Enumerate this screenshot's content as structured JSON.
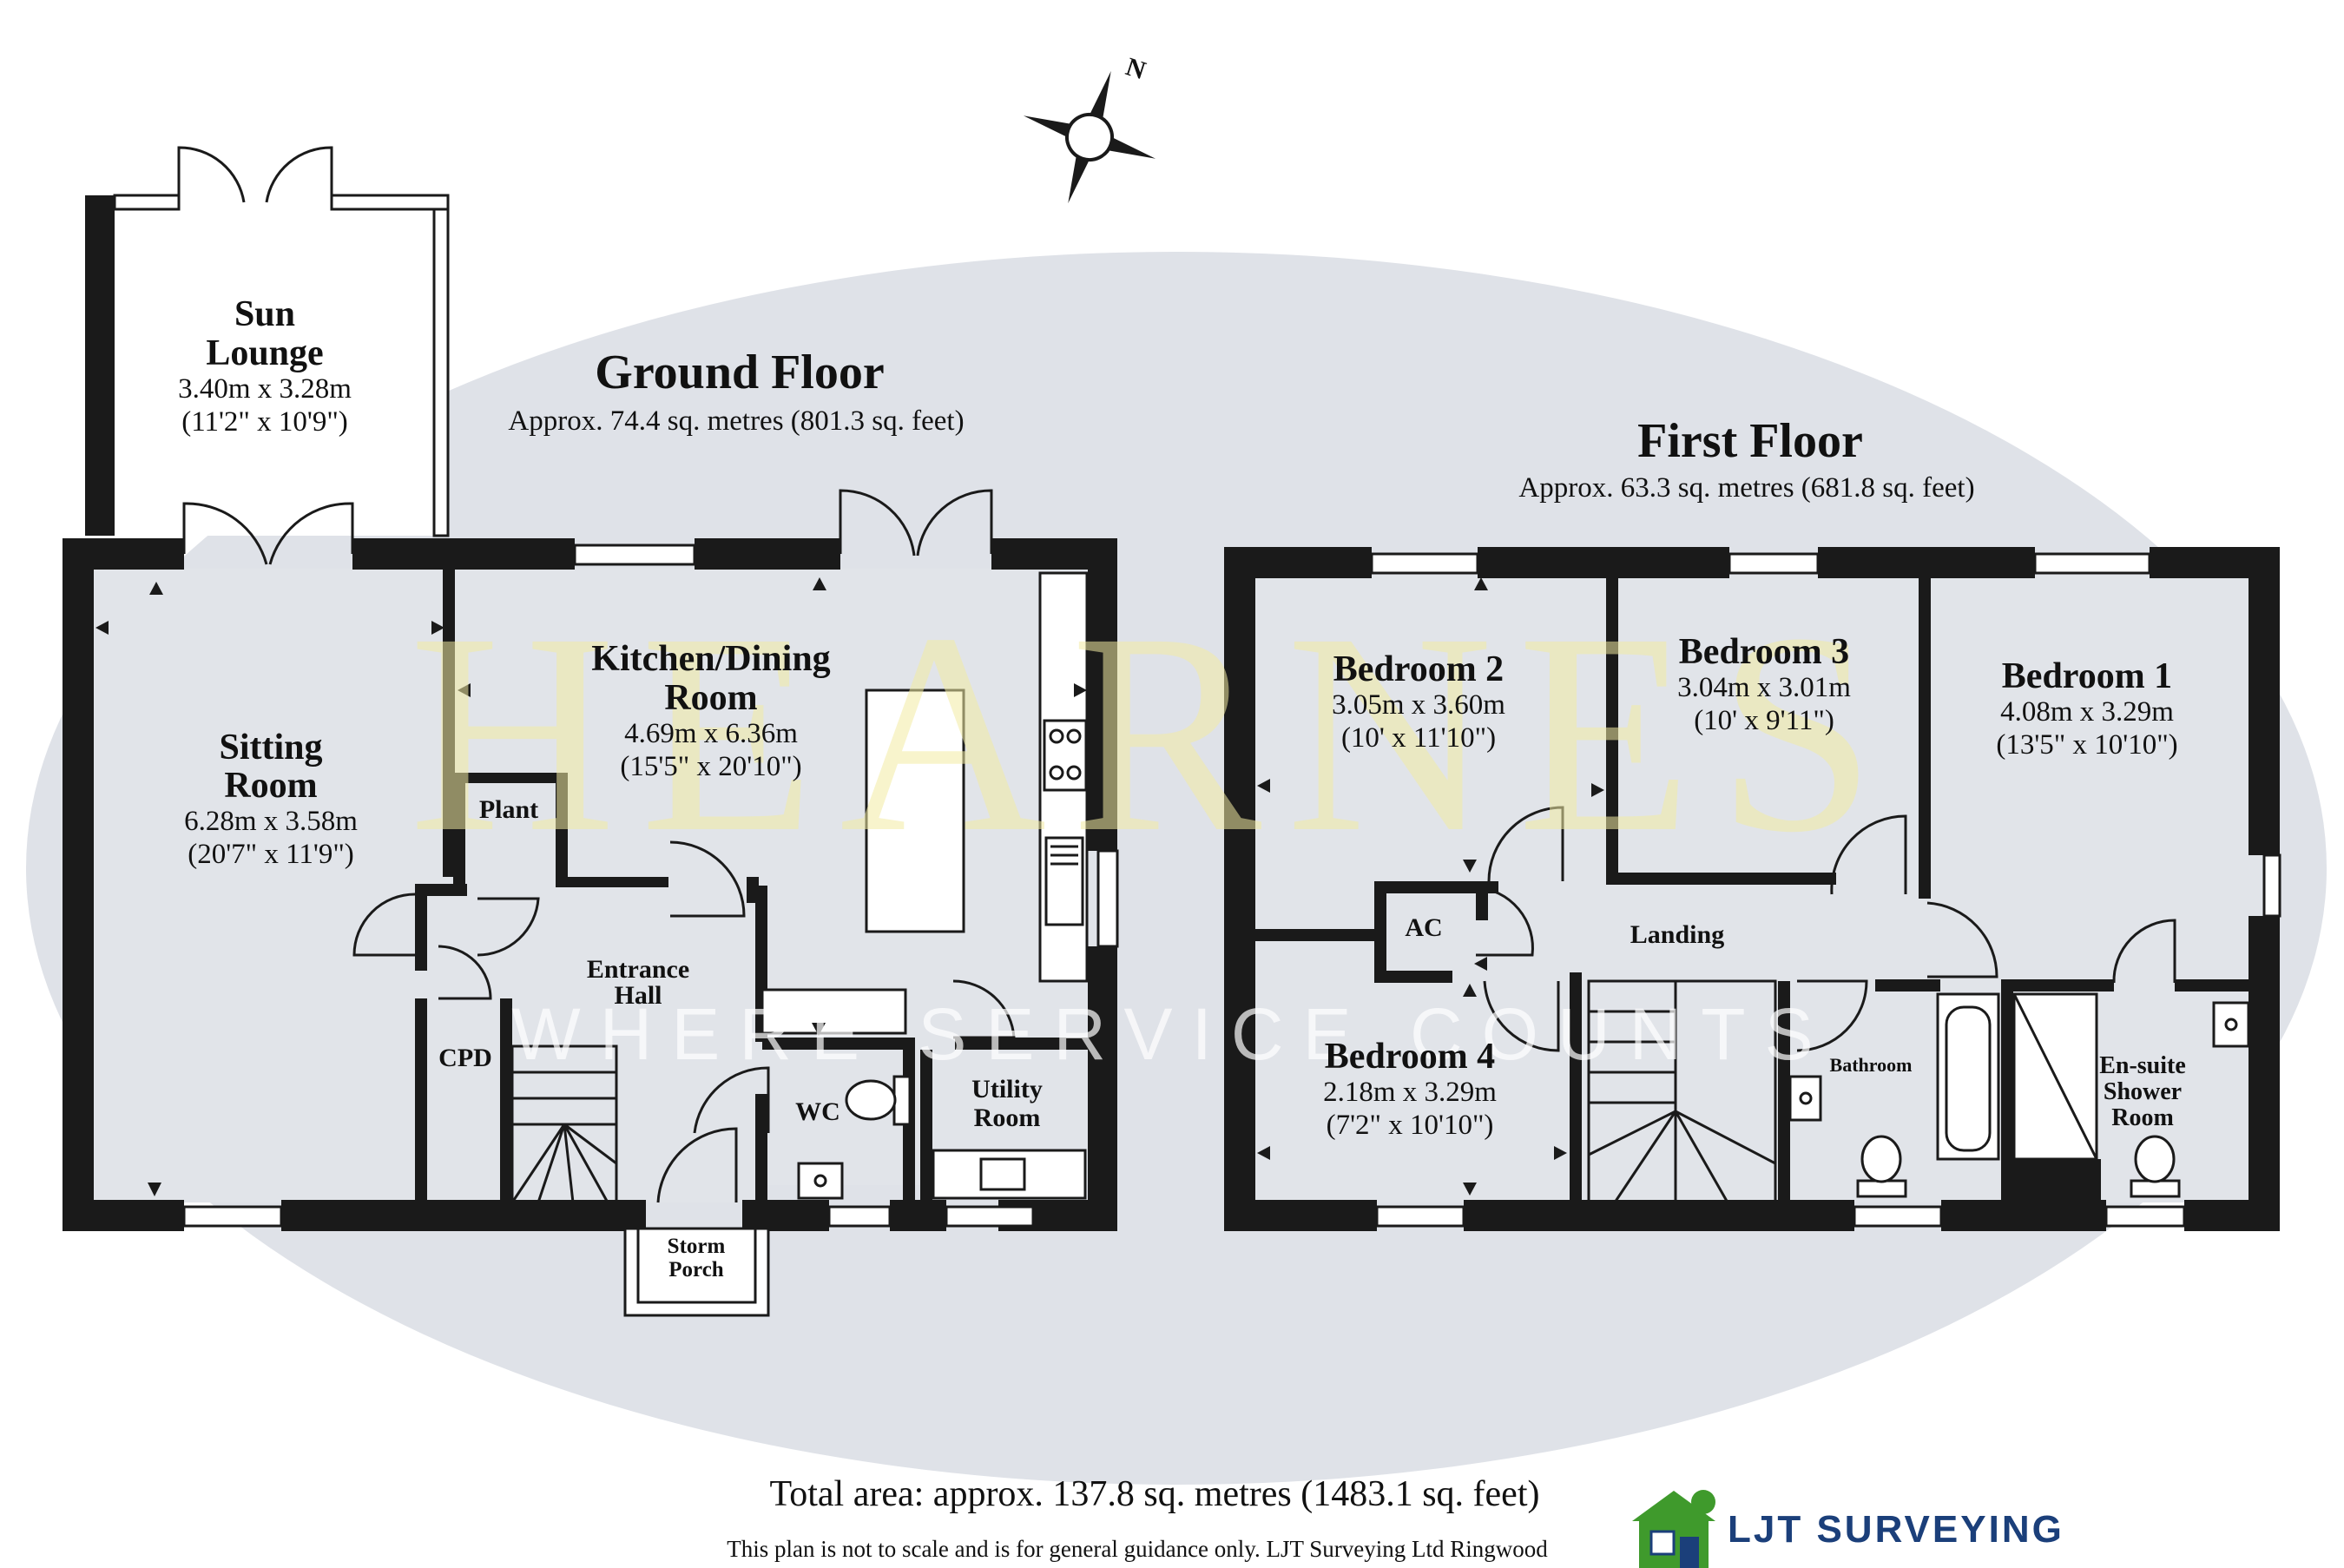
{
  "colors": {
    "wall": "#1a1a1a",
    "room_fill": "#e1e4e9",
    "watermark_ellipse": "#dfe2e8",
    "watermark_text": "#f3eba2",
    "logo_blue": "#1b3f7a",
    "logo_green": "#3f9a2c"
  },
  "compass": {
    "north_label": "N",
    "icon": "compass-icon"
  },
  "watermark": {
    "brand": "HEARNES",
    "tagline": "WHERE SERVICE COUNTS"
  },
  "ground_floor": {
    "title": "Ground Floor",
    "area": "Approx. 74.4 sq. metres (801.3 sq. feet)",
    "rooms": {
      "sun_lounge": {
        "name_line1": "Sun",
        "name_line2": "Lounge",
        "metric": "3.40m x 3.28m",
        "imperial": "(11'2\" x 10'9\")"
      },
      "sitting_room": {
        "name_line1": "Sitting",
        "name_line2": "Room",
        "metric": "6.28m x 3.58m",
        "imperial": "(20'7\" x 11'9\")"
      },
      "kitchen": {
        "name_line1": "Kitchen/Dining",
        "name_line2": "Room",
        "metric": "4.69m x 6.36m",
        "imperial": "(15'5\" x 20'10\")"
      },
      "plant": {
        "name": "Plant"
      },
      "entrance_hall": {
        "name_line1": "Entrance",
        "name_line2": "Hall"
      },
      "cpd": {
        "name": "CPD"
      },
      "wc": {
        "name": "WC"
      },
      "utility": {
        "name_line1": "Utility",
        "name_line2": "Room"
      },
      "storm_porch": {
        "name_line1": "Storm",
        "name_line2": "Porch"
      }
    }
  },
  "first_floor": {
    "title": "First Floor",
    "area": "Approx. 63.3 sq. metres (681.8 sq. feet)",
    "rooms": {
      "bedroom2": {
        "name": "Bedroom 2",
        "metric": "3.05m x 3.60m",
        "imperial": "(10' x 11'10\")"
      },
      "bedroom3": {
        "name": "Bedroom 3",
        "metric": "3.04m x 3.01m",
        "imperial": "(10' x 9'11\")"
      },
      "bedroom1": {
        "name": "Bedroom 1",
        "metric": "4.08m x 3.29m",
        "imperial": "(13'5\" x 10'10\")"
      },
      "bedroom4": {
        "name": "Bedroom 4",
        "metric": "2.18m x 3.29m",
        "imperial": "(7'2\" x 10'10\")"
      },
      "ac": {
        "name": "AC"
      },
      "landing": {
        "name": "Landing"
      },
      "bathroom": {
        "name": "Bathroom"
      },
      "ensuite": {
        "name_line1": "En-suite",
        "name_line2": "Shower",
        "name_line3": "Room"
      }
    }
  },
  "footer": {
    "total": "Total area: approx. 137.8 sq. metres (1483.1 sq. feet)",
    "disclaimer": "This plan is not to scale and is for general guidance only. LJT Surveying Ltd Ringwood",
    "logo_text": "LJT SURVEYING",
    "logo_icon": "house-logo-icon"
  }
}
